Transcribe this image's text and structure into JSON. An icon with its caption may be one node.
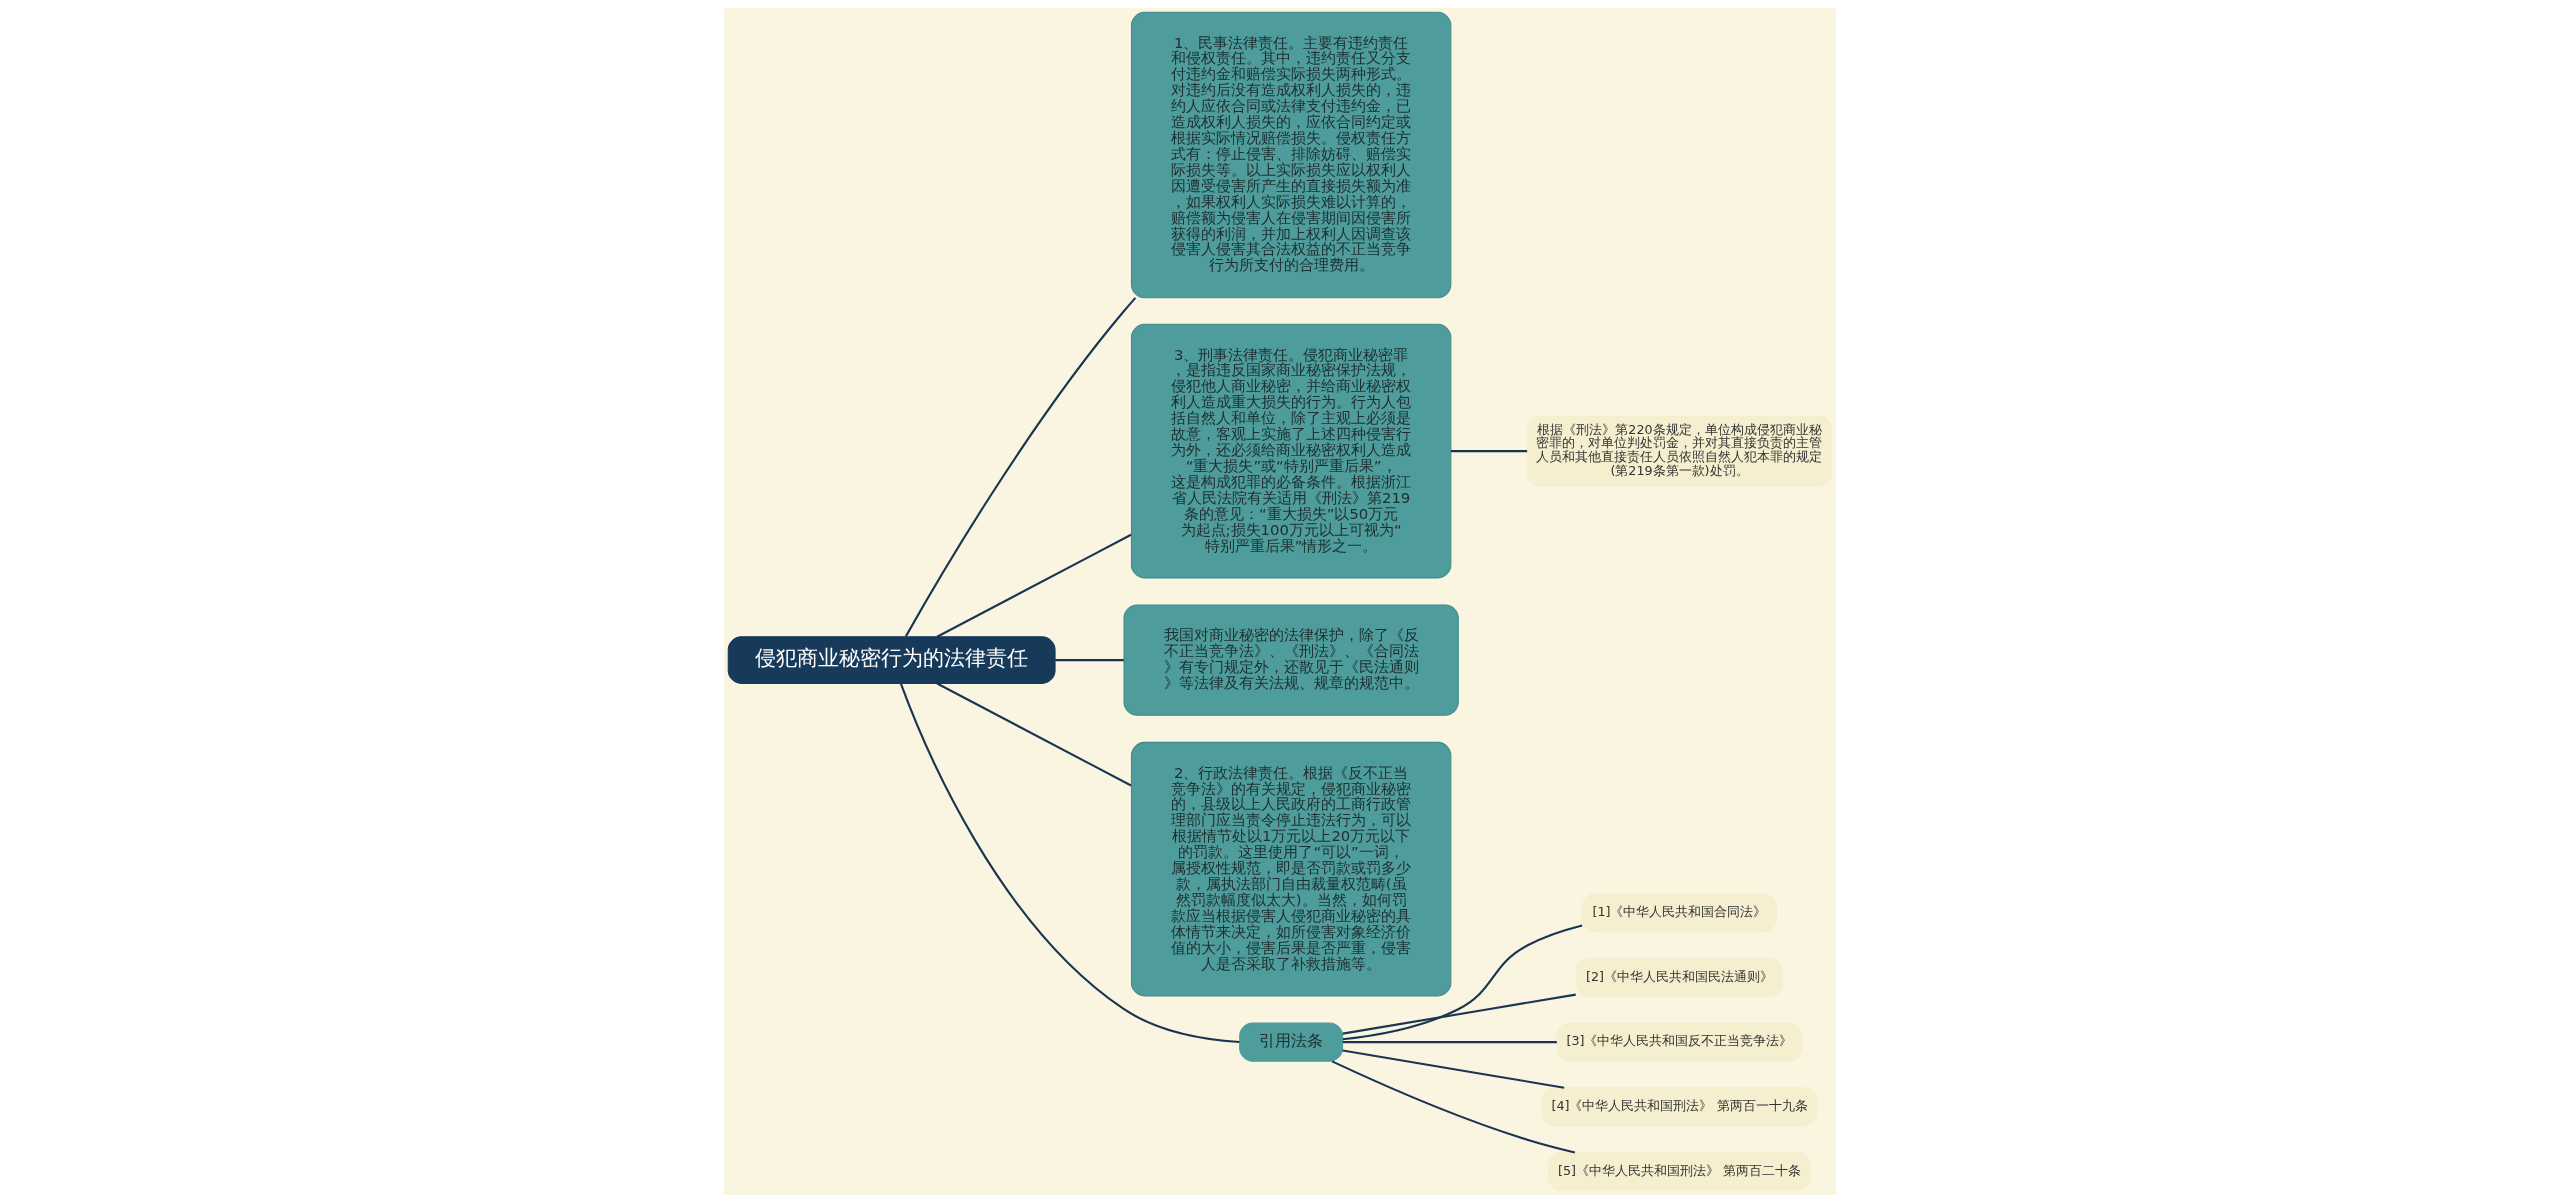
{
  "diagram": {
    "nodes": [
      {
        "text": [
          "侵犯商业秘密行为的法律责任"
        ]
      },
      {
        "text": [
          "1、民事法律责任。主要有违约责任和侵权责任。其中，违约责任又分支付违约金和赔偿实际损失两种形式。对违约后没有造成权利人损失的，违约人应依合同或法律支付违约金，已造成权利人损失的，应依合同约定或根据实际情况赔偿损失。侵权责任方式有：停止侵害、排除妨碍、赔偿实际损失等。以上实际损失应以权利人因遭受侵害所产生的直接损失额为准，如果权利人实际损失难以计算的，赔偿额为侵害人在侵害期间因侵害所获得的利润，并加上权利人因调查该侵害人侵害其合法权益的不正当竞争行为所支付的合理费用。"
        ]
      },
      {
        "text": [
          "3、刑事法律责任。侵犯商业秘密罪，是指违反国家商业秘密保护法规，侵犯他人商业秘密，并给商业秘密权利人造成重大损失的行为。行为人包括自然人和单位，除了主观上必须是故意，客观上实施了上述四种侵害行为外，还必须给商业秘密权利人造成“重大损失”或“特别严重后果”，这是构成犯罪的必备条件。根据浙江省人民法院有关适用《刑法》第219条的意见：“重大损失”以50万元为起点;损失100万元以上可视为“特别严重后果”情形之一。"
        ]
      },
      {
        "text": [
          "根据《刑法》第220条规定，单位构成侵犯商业秘密罪的，对单位判处罚金，并对其直接负责的主管人员和其他直接责任人员依照自然人犯本罪的规定(第219条第一款)处罚。"
        ]
      },
      {
        "text": [
          "我国对商业秘密的法律保护，除了《反不正当竞争法》、《刑法》、《合同法》有专门规定外，还散见于《民法通则》等法律及有关法规、规章的规范中。"
        ]
      },
      {
        "text": [
          "2、行政法律责任。根据《反不正当竞争法》的有关规定，侵犯商业秘密的，县级以上人民政府的工商行政管理部门应当责令停止违法行为，可以根据情节处以1万元以上20万元以下的罚款。这里使用了“可以”一词，属授权性规范，即是否罚款或罚多少款，属执法部门自由裁量权范畴(虽然罚款幅度似太大)。当然，如何罚款应当根据侵害人侵犯商业秘密的具体情节来决定，如所侵害对象经济价值的大小，侵害后果是否严重，侵害人是否采取了补救措施等。"
        ]
      },
      {
        "text": [
          "引用法条"
        ]
      },
      {
        "text": [
          "[1]《中华人民共和国合同法》"
        ]
      },
      {
        "text": [
          "[2]《中华人民共和国民法通则》"
        ]
      },
      {
        "text": [
          "[3]《中华人民共和国反不正当竞争法》"
        ]
      },
      {
        "text": [
          "[4]《中华人民共和国刑法》 第两百一十九条"
        ]
      },
      {
        "text": [
          "[5]《中华人民共和国刑法》 第两百二十条"
        ]
      }
    ],
    "edges": [
      {
        "from": 0,
        "to": 1,
        "arrow": "none"
      },
      {
        "from": 0,
        "to": 2,
        "arrow": "none"
      },
      {
        "from": 2,
        "to": 3,
        "arrow": "none"
      },
      {
        "from": 0,
        "to": 4,
        "arrow": "none"
      },
      {
        "from": 0,
        "to": 5,
        "arrow": "none"
      },
      {
        "from": 0,
        "to": 6,
        "arrow": "none"
      },
      {
        "from": 6,
        "to": 7,
        "arrow": "none"
      },
      {
        "from": 6,
        "to": 8,
        "arrow": "none"
      },
      {
        "from": 6,
        "to": 9,
        "arrow": "none"
      },
      {
        "from": 6,
        "to": 10,
        "arrow": "none"
      },
      {
        "from": 6,
        "to": 11,
        "arrow": "none"
      }
    ]
  }
}
